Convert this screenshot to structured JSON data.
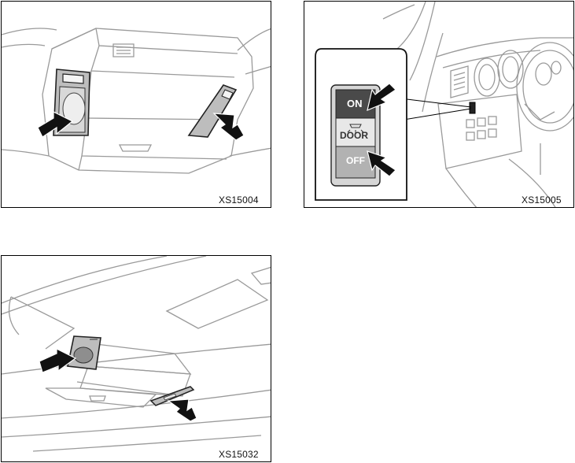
{
  "figures": [
    {
      "code": "XS15004"
    },
    {
      "code": "XS15005",
      "switch_labels": {
        "on": "ON",
        "door": "DOOR",
        "off": "OFF"
      }
    },
    {
      "code": "XS15032"
    }
  ]
}
